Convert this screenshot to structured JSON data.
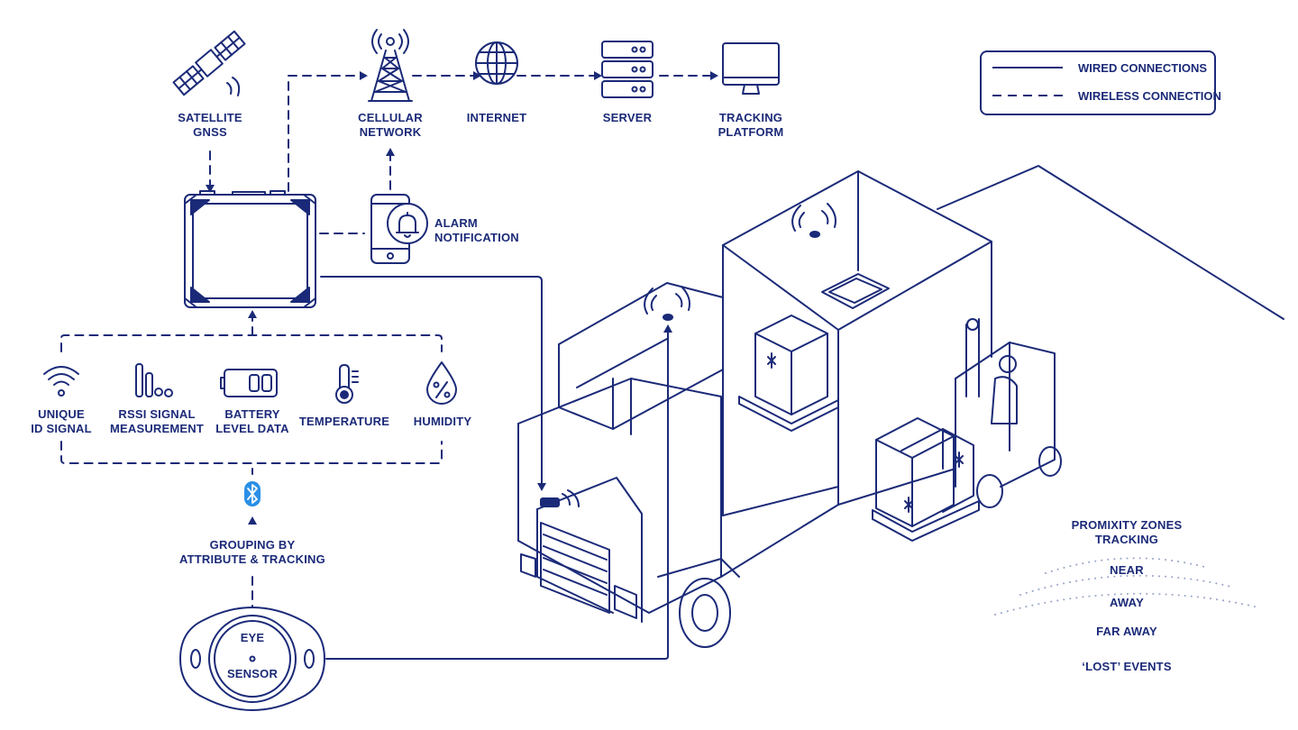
{
  "legend": {
    "wired": "WIRED CONNECTIONS",
    "wireless": "WIRELESS CONNECTION"
  },
  "nodes": {
    "satellite": [
      "SATELLITE",
      "GNSS"
    ],
    "cellular": [
      "CELLULAR",
      "NETWORK"
    ],
    "internet": [
      "INTERNET"
    ],
    "server": [
      "SERVER"
    ],
    "tracking_platform": [
      "TRACKING",
      "PLATFORM"
    ],
    "alarm": [
      "ALARM",
      "NOTIFICATION"
    ]
  },
  "data_types": {
    "unique_id": [
      "UNIQUE",
      "ID SIGNAL"
    ],
    "rssi": [
      "RSSI SIGNAL",
      "MEASUREMENT"
    ],
    "battery": [
      "BATTERY",
      "LEVEL DATA"
    ],
    "temperature": [
      "TEMPERATURE"
    ],
    "humidity": [
      "HUMIDITY"
    ]
  },
  "grouping": [
    "GROUPING BY",
    "ATTRIBUTE & TRACKING"
  ],
  "sensor": {
    "line1": "EYE",
    "line2": "SENSOR"
  },
  "zones": {
    "title": [
      "PROMIXITY ZONES",
      "TRACKING"
    ],
    "near": "NEAR",
    "away": "AWAY",
    "far_away": "FAR AWAY",
    "lost": "‘LOST’ EVENTS"
  },
  "colors": {
    "ink": "#1b2a78",
    "bluetooth": "#2a8fe6",
    "zone_dots": "#9aa6c8"
  }
}
